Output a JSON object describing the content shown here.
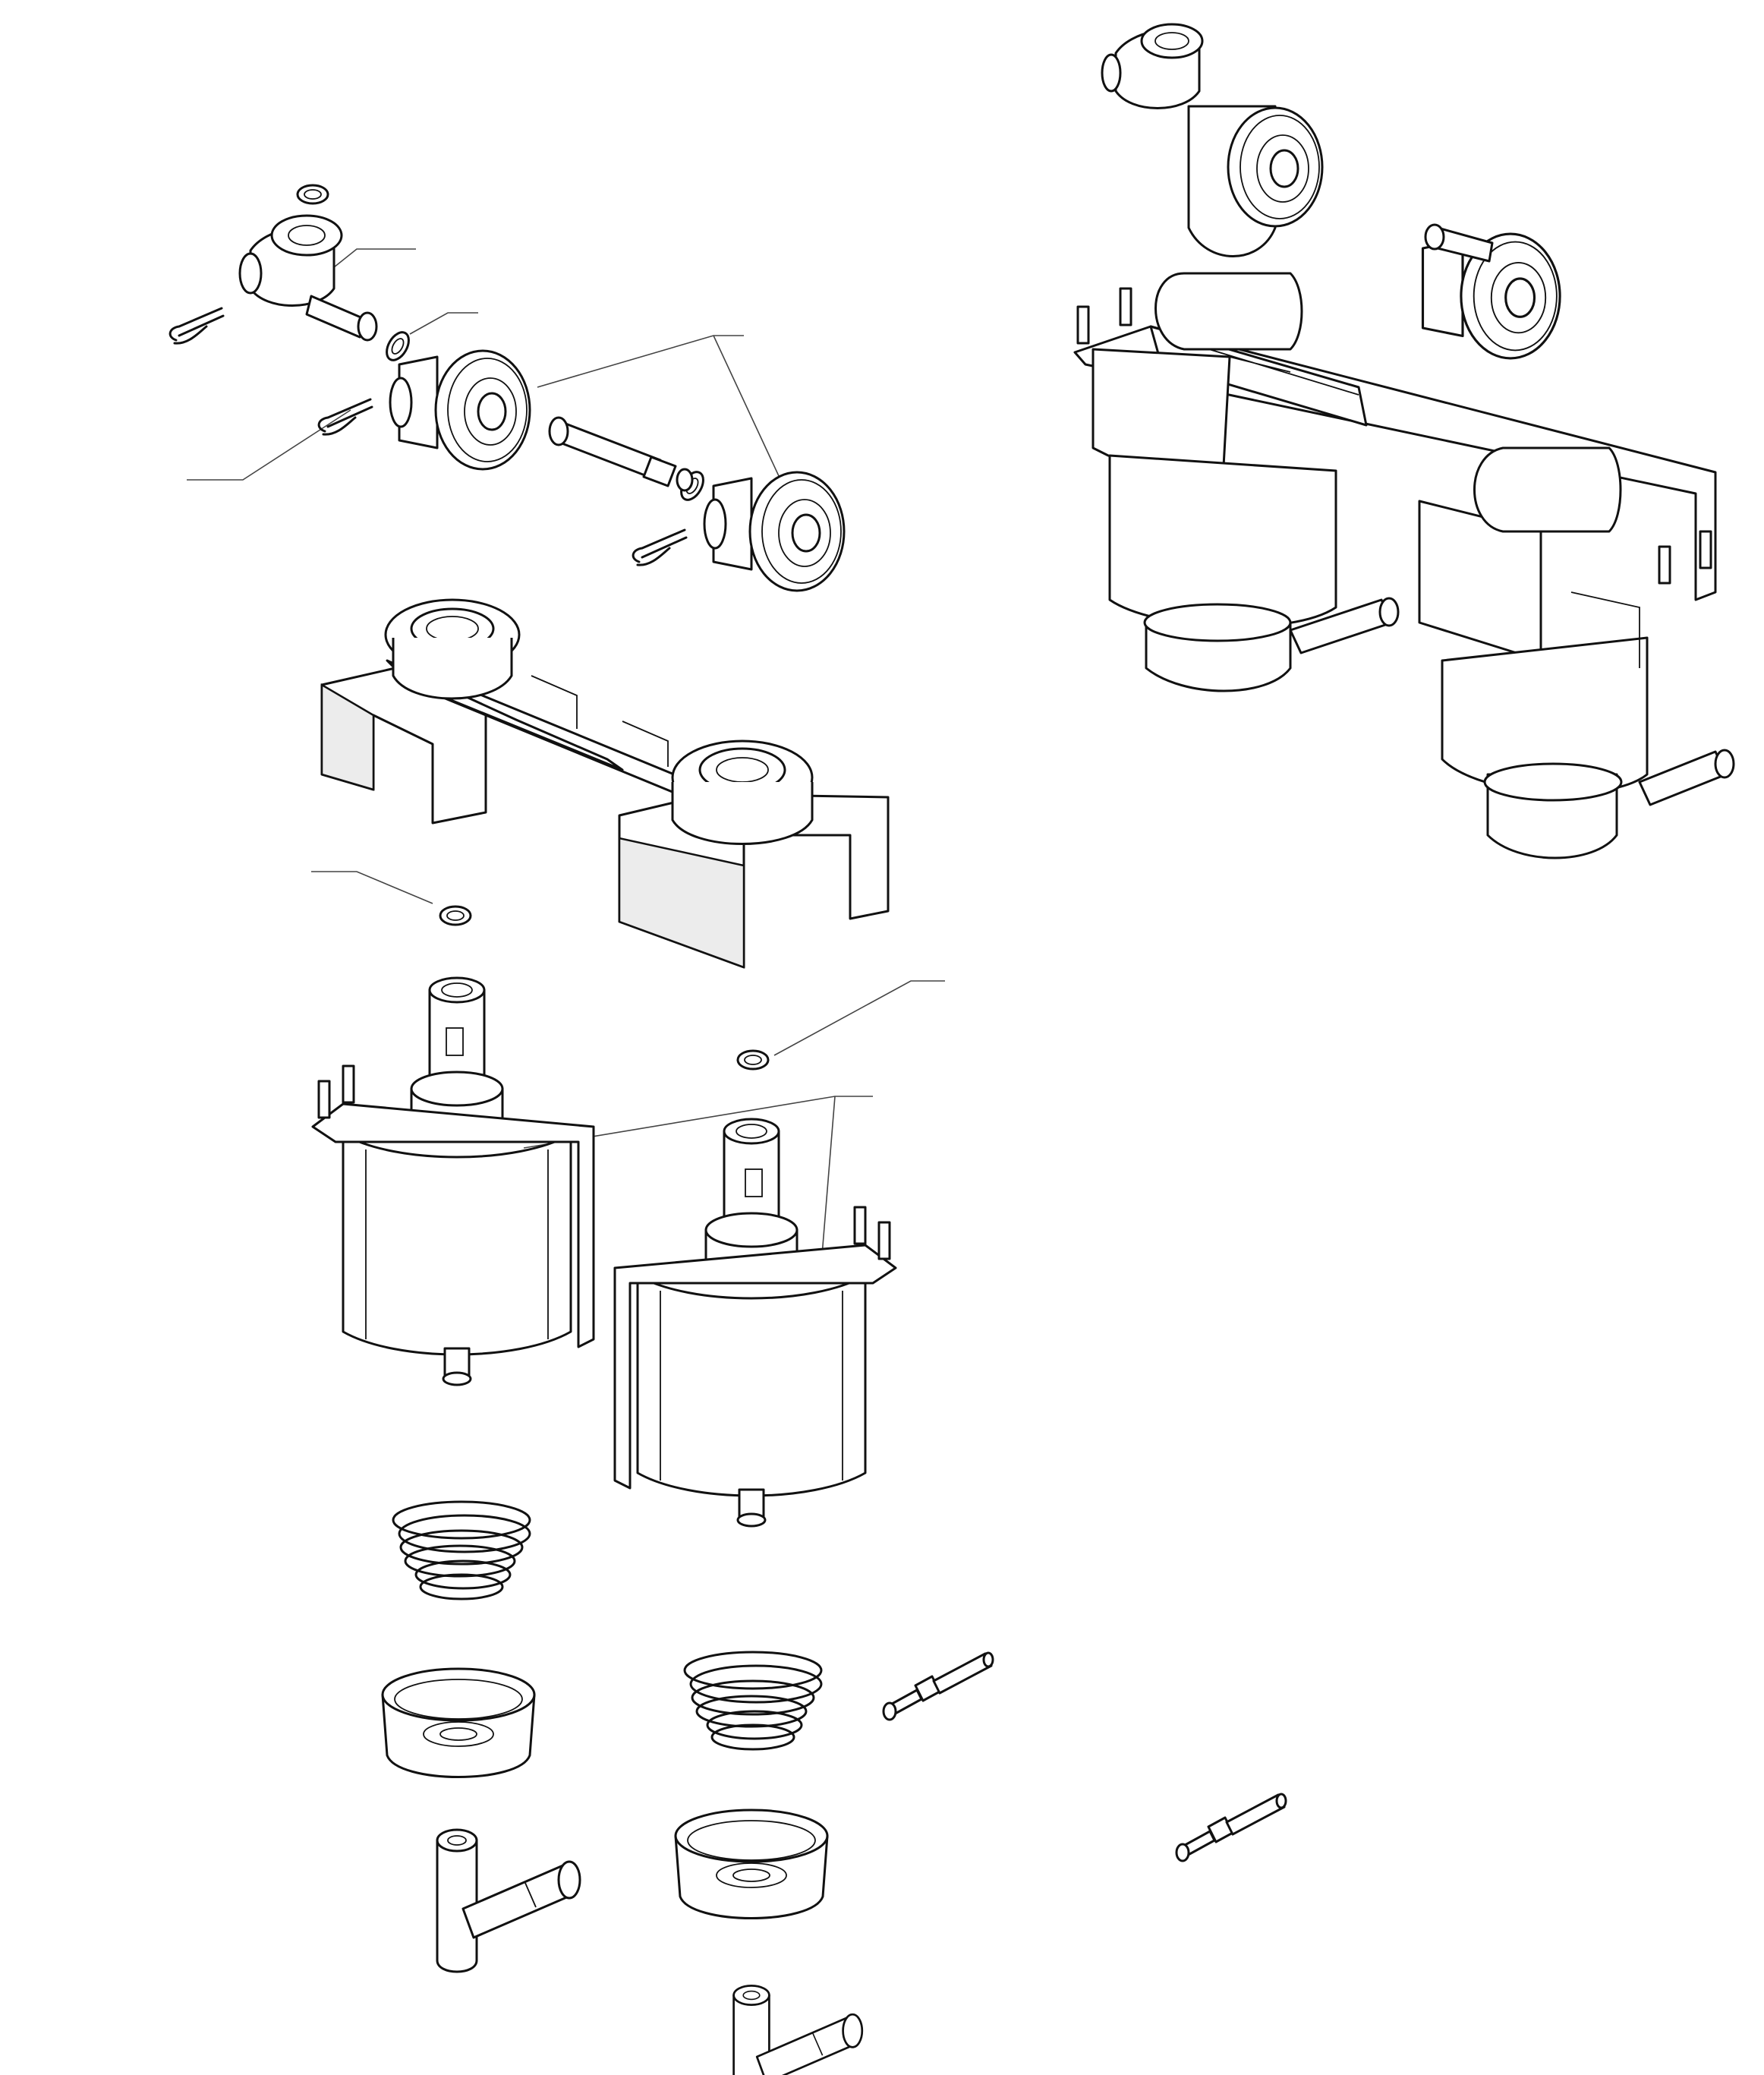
{
  "drawing": {
    "description_visible_text": "",
    "colors": {
      "line": "#111111",
      "background": "#ffffff",
      "shade": "#ececec"
    },
    "parts": [
      {
        "name": "o-ring-small-top"
      },
      {
        "name": "t-fitting-upper"
      },
      {
        "name": "retaining-clip-1"
      },
      {
        "name": "retaining-clip-2"
      },
      {
        "name": "retaining-clip-3"
      },
      {
        "name": "o-ring-mid-1"
      },
      {
        "name": "o-ring-mid-2"
      },
      {
        "name": "valve-cap-left"
      },
      {
        "name": "valve-cap-right"
      },
      {
        "name": "connector-pipe"
      },
      {
        "name": "pump-bracket"
      },
      {
        "name": "o-ring-bracket"
      },
      {
        "name": "o-ring-right"
      },
      {
        "name": "vibration-pump-left"
      },
      {
        "name": "vibration-pump-right"
      },
      {
        "name": "spring-left"
      },
      {
        "name": "spring-right"
      },
      {
        "name": "damper-cup-left"
      },
      {
        "name": "damper-cup-right"
      },
      {
        "name": "elbow-fitting-left"
      },
      {
        "name": "elbow-fitting-right"
      },
      {
        "name": "hose-barb-1"
      },
      {
        "name": "hose-barb-2"
      },
      {
        "name": "assembled-pump-unit"
      }
    ]
  }
}
